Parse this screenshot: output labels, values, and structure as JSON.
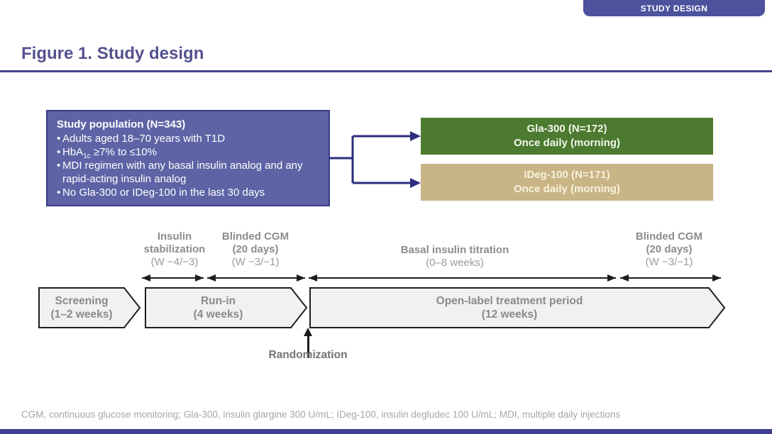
{
  "slide": {
    "tab_label": "STUDY DESIGN",
    "title": "Figure 1. Study design",
    "footnote": "CGM, continuous glucose monitoring; Gla-300, insulin glargine 300 U/mL; IDeg-100, insulin degludec 100 U/mL; MDI, multiple daily injections"
  },
  "colors": {
    "navy_accent": "#43418e",
    "tab_bg": "#4c529c",
    "population_bg": "#5d63a5",
    "gla300_green": "#4b7a30",
    "ideg100_tan": "#c9b485",
    "gray_label": "#8c8c8c"
  },
  "population": {
    "title": "Study population (N=343)",
    "bullet1": "Adults aged 18–70 years with T1D",
    "bullet2_pre": "HbA",
    "bullet2_sub": "1c",
    "bullet2_post": " ≥7% to ≤10%",
    "bullet3": "MDI regimen with any basal insulin analog and any rapid-acting insulin analog",
    "bullet4": "No Gla-300 or IDeg-100 in the last 30 days"
  },
  "arms": [
    {
      "line1": "Gla-300 (N=172)",
      "line2": "Once daily (morning)"
    },
    {
      "line1": "IDeg-100 (N=171)",
      "line2": "Once daily (morning)"
    }
  ],
  "phases": [
    {
      "bold1": "Insulin",
      "bold2": "stabilization",
      "note": "(W −4/−3)"
    },
    {
      "bold1": "Blinded CGM",
      "bold2": "(20 days)",
      "note": "(W −3/−1)"
    },
    {
      "bold1": "Basal insulin titration",
      "note": "(0–8 weeks)"
    },
    {
      "bold1": "Blinded CGM",
      "bold2": "(20 days)",
      "note": "(W −3/−1)"
    }
  ],
  "periods": [
    {
      "line1": "Screening",
      "line2": "(1–2 weeks)"
    },
    {
      "line1": "Run-in",
      "line2": "(4 weeks)"
    },
    {
      "line1": "Open-label treatment period",
      "line2": "(12 weeks)"
    }
  ],
  "randomization_label": "Randomization"
}
